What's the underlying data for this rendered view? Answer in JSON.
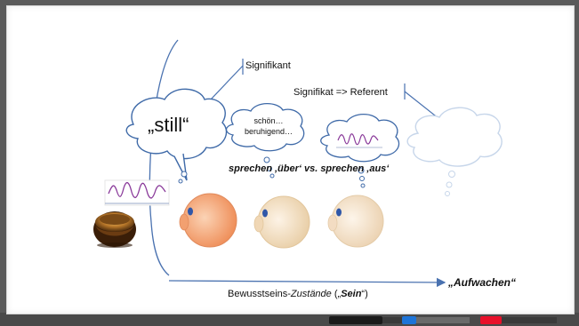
{
  "labels": {
    "signifikant": "Signifikant",
    "signifikat": "Signifikat => Referent",
    "still": "„still“",
    "bubble2_line1": "schön…",
    "bubble2_line2": "beruhigend…",
    "sprechen": "sprechen ‚über‘ vs. sprechen ‚aus‘",
    "aufwachen": "„Aufwachen“",
    "axis_prefix": "Bewusstseins-",
    "axis_zustaende": "Zustände",
    "axis_open": " („",
    "axis_sein": "Sein",
    "axis_close": "“)"
  },
  "colors": {
    "line": "#4a72b0",
    "wave": "#8a3a9a",
    "eye1": "#f2a070",
    "eye2": "#f0d7b5",
    "eye3": "#f3dcc2",
    "pupil": "#2f57a8",
    "marker_black": "#1a1a1a",
    "marker_blue": "#1d74d8",
    "marker_red": "#e8102a"
  }
}
